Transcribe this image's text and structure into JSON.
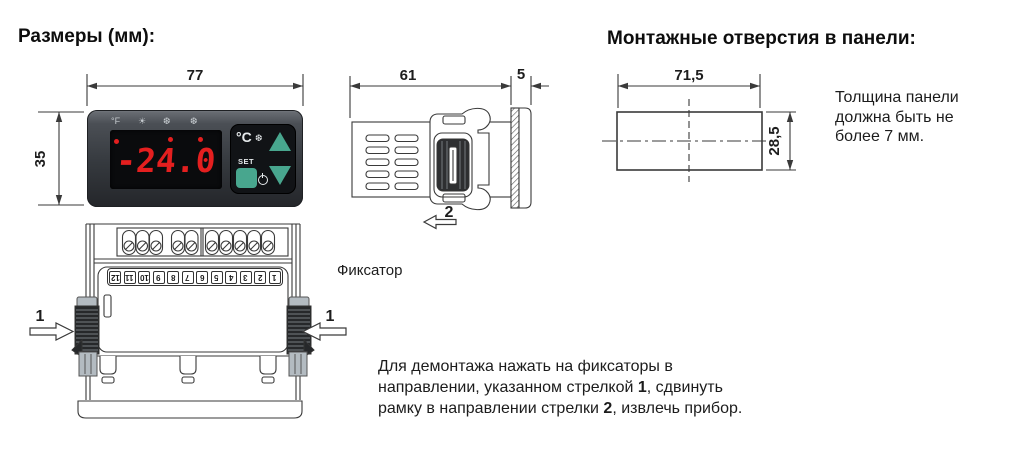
{
  "headings": {
    "dimensions": "Размеры (мм):",
    "mounting": "Монтажные отверстия в панели:"
  },
  "dims": {
    "front_width": "77",
    "front_height": "35",
    "side_depth": "61",
    "bezel_depth": "5",
    "hole_width": "71,5",
    "hole_height": "28,5"
  },
  "device": {
    "display_value": "-24.0",
    "fahrenheit_label": "°F",
    "celsius_label": "°C",
    "set_label": "SET",
    "sun_icon": "☀",
    "snowflake_icon": "❆"
  },
  "callouts": {
    "latch_label": "Фиксатор",
    "arrow_left_number": "1",
    "arrow_right_number": "1",
    "arrow_slide_number": "2"
  },
  "terminals": {
    "numbers": [
      "12",
      "11",
      "10",
      "9",
      "8",
      "7",
      "6",
      "5",
      "4",
      "3",
      "2",
      "1"
    ]
  },
  "notes": {
    "panel_thickness_lines": [
      "Толщина панели",
      "должна быть не",
      "более 7 мм."
    ]
  },
  "demount": {
    "line1": "Для демонтажа нажать на фиксаторы в",
    "line2_pre": "направлении, указанном стрелкой ",
    "line2_bold": "1",
    "line2_post": ", сдвинуть",
    "line3_pre": "рамку в направлении стрелки ",
    "line3_bold": "2",
    "line3_post": ", извлечь прибор."
  },
  "colors": {
    "digit-red": "#e41f1f",
    "button-teal": "#48a68e",
    "line-color": "#3a3a3a"
  }
}
